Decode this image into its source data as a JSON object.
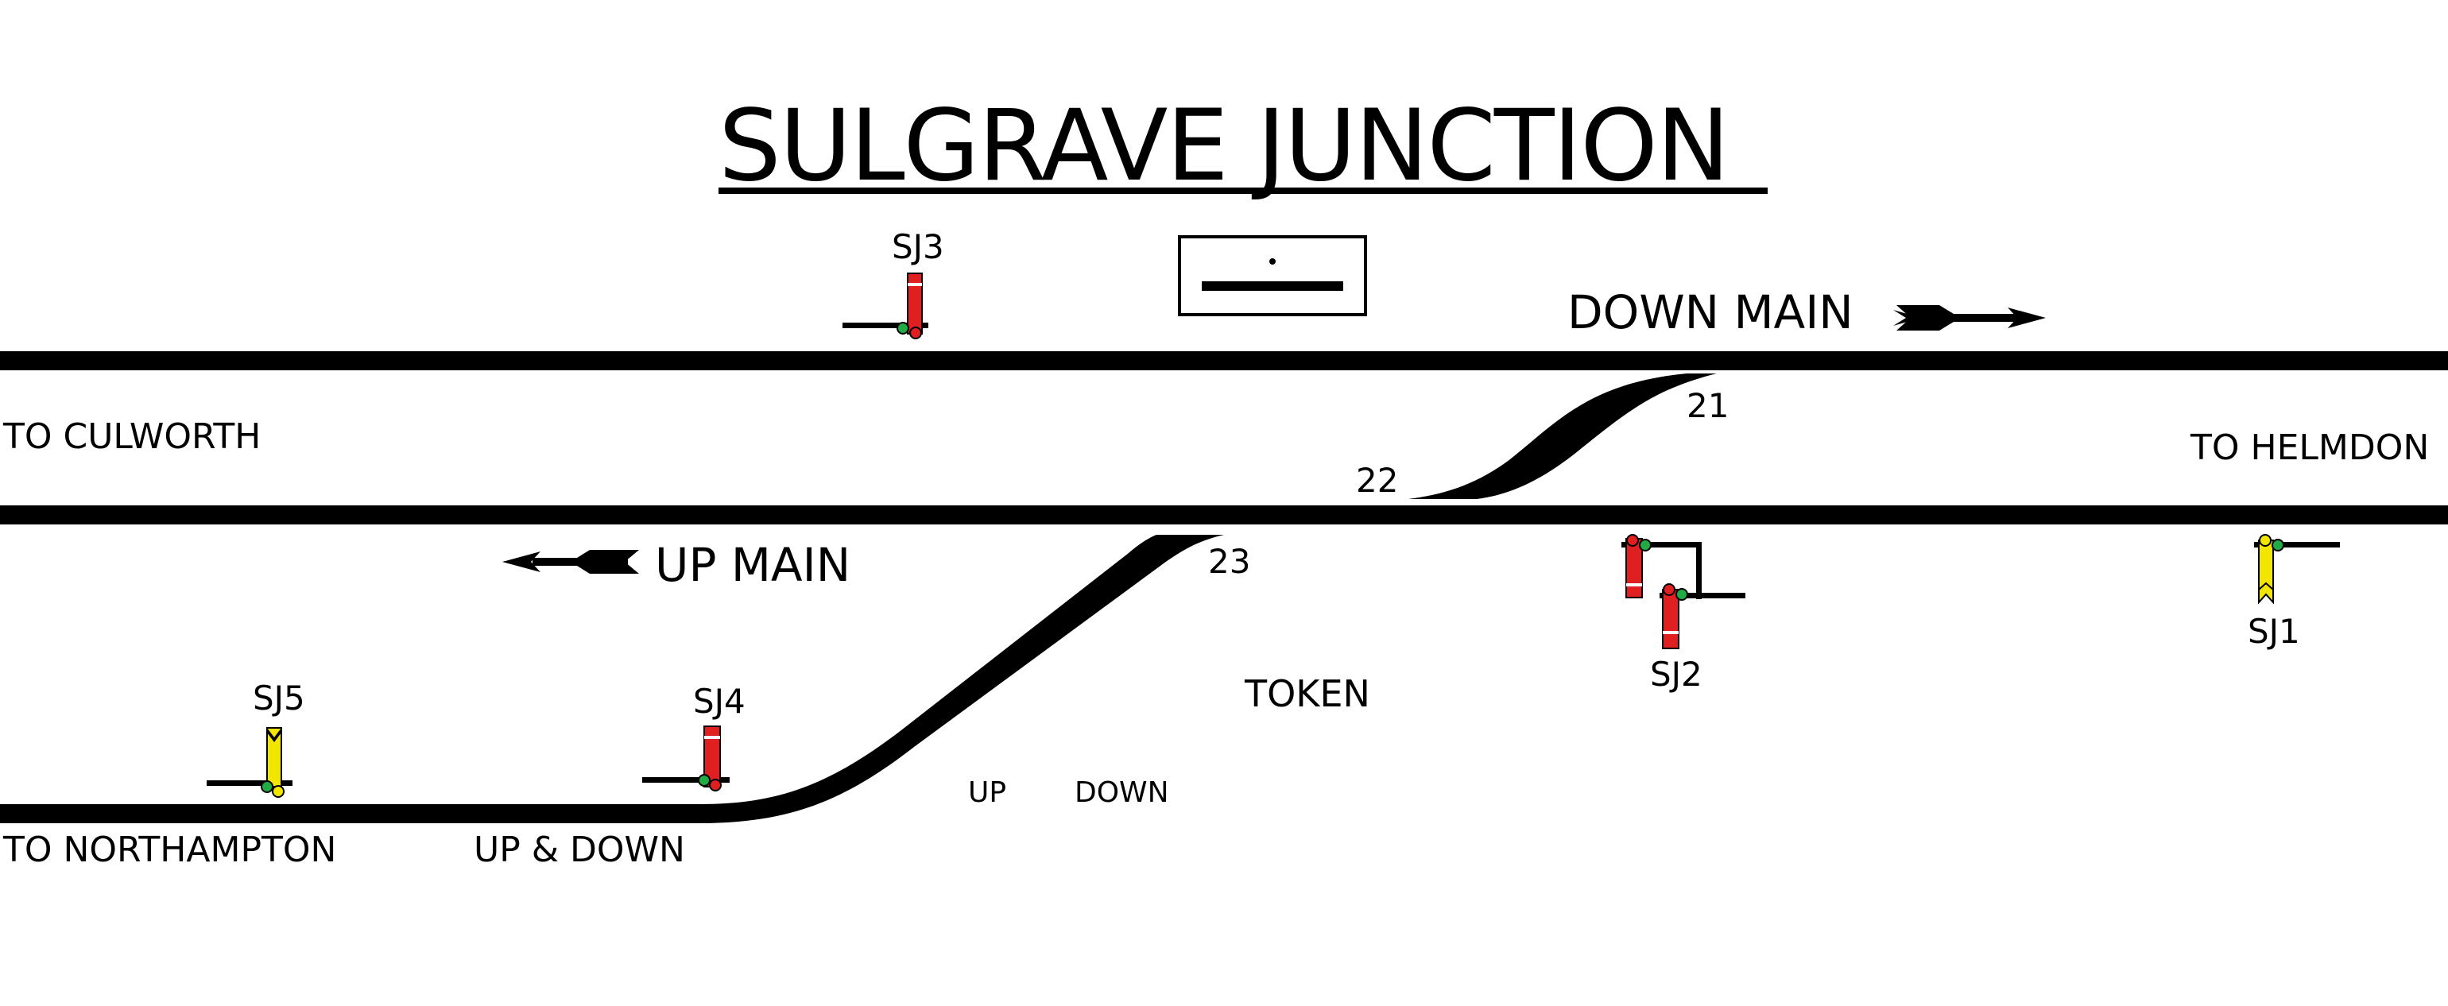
{
  "title": "SULGRAVE JUNCTION",
  "lines": {
    "down_main": "DOWN MAIN",
    "up_main": "UP MAIN",
    "up_and_down": "UP & DOWN"
  },
  "destinations": {
    "culworth": "TO CULWORTH",
    "helmdon": "TO HELMDON",
    "northampton": "TO NORTHAMPTON"
  },
  "signals": {
    "sj1": "SJ1",
    "sj2": "SJ2",
    "sj3": "SJ3",
    "sj4": "SJ4",
    "sj5": "SJ5"
  },
  "points": {
    "p21": "21",
    "p22": "22",
    "p23": "23"
  },
  "token": {
    "label": "TOKEN",
    "up": "UP",
    "down": "DOWN"
  },
  "colors": {
    "track": "#000000",
    "stop_arm": "#e02020",
    "distant_arm": "#f2e600",
    "green_lamp": "#22aa44",
    "red_lamp": "#e02020",
    "yellow_lamp": "#f2e600"
  }
}
